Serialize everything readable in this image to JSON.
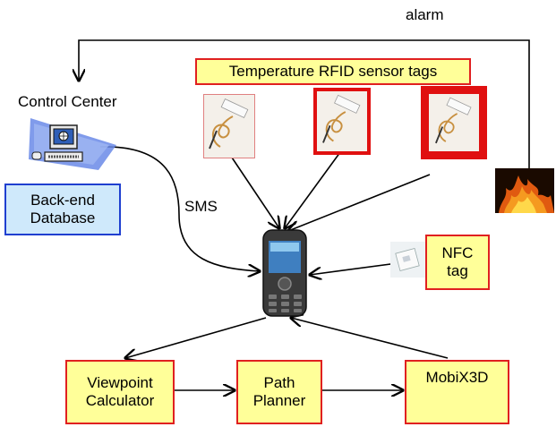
{
  "alarm_label": "alarm",
  "control_center_label": "Control Center",
  "sensor_tags_title": "Temperature RFID sensor tags",
  "backend_box": "Back-end\nDatabase",
  "sms_label": "SMS",
  "nfc_box": "NFC\ntag",
  "viewpoint_box": "Viewpoint\nCalculator",
  "path_box": "Path\nPlanner",
  "mobix_box": "MobiX3D",
  "colors": {
    "box_fill": "#ffff99",
    "box_border": "#e02020",
    "db_fill": "#cfe9fb",
    "db_border": "#1f3fd0",
    "alert_red": "#e01010"
  },
  "icons": [
    "computer-icon",
    "rfid-tag-icon",
    "fire-icon",
    "mobile-phone-icon",
    "nfc-tag-icon"
  ]
}
